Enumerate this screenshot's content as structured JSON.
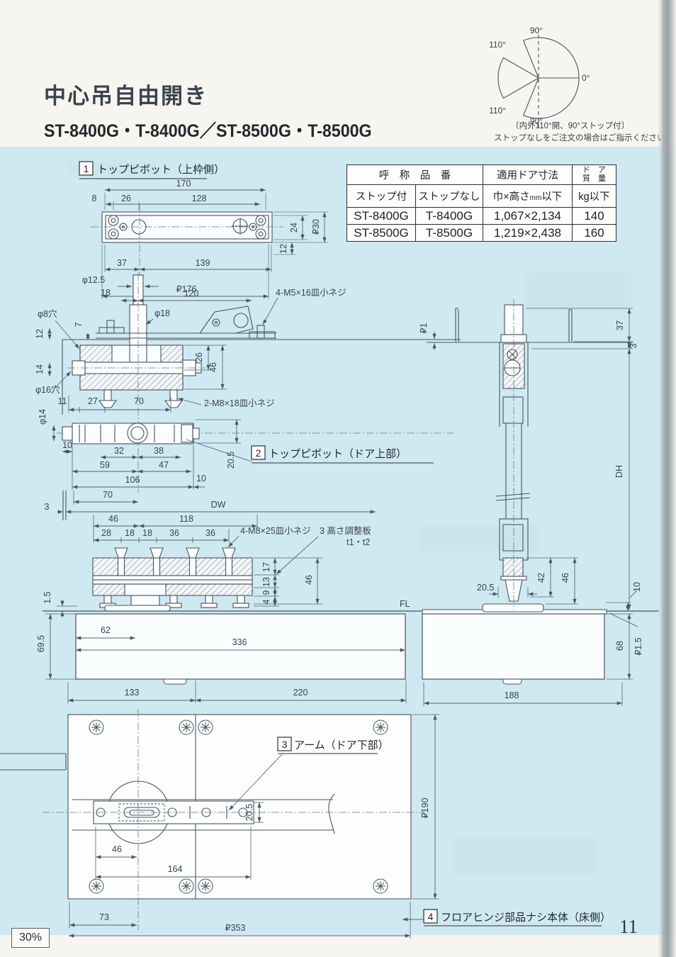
{
  "header": {
    "title": "中心吊自由開き",
    "models": "ST-8400G・T-8400G／ST-8500G・T-8500G"
  },
  "angle": {
    "top": "90°",
    "upper_left": "110°",
    "right": "0°",
    "lower_left": "110°",
    "bottom": "90°",
    "caption1": "〔内外110°開、90°ストップ付〕",
    "caption2": "ストップなしをご注文の場合はご指示ください。"
  },
  "table": {
    "header": {
      "name_group": "呼　称　品　番",
      "with_stop": "ストップ付",
      "without_stop": "ストップなし",
      "door_size": "適用ドア寸法",
      "size_pre": "巾×高さ",
      "size_mm": "mm",
      "size_post": "以下",
      "weight_l1": "ド　ア",
      "weight_l2": "質　量",
      "weight_unit": "kg以下"
    },
    "rows": [
      [
        "ST-8400G",
        "T-8400G",
        "1,067×2,134",
        "140"
      ],
      [
        "ST-8500G",
        "T-8500G",
        "1,219×2,438",
        "160"
      ]
    ]
  },
  "parts": {
    "p1": {
      "num": "1",
      "text": "トップピボット（上枠側）"
    },
    "p2": {
      "num": "2",
      "text": "トップピボット（ドア上部）"
    },
    "p3": {
      "num": "3",
      "text": "アーム（ドア下部）"
    },
    "p4": {
      "num": "4",
      "text": "フロアヒンジ部品ナシ本体（床側）"
    }
  },
  "dims": {
    "plan": {
      "d170": "170",
      "d8": "8",
      "d26": "26",
      "d128": "128",
      "d24": "24",
      "p30": "₽30",
      "d12": "12",
      "d37": "37",
      "d139": "139",
      "p176": "₽176"
    },
    "sec": {
      "phi125": "φ12.5",
      "d18": "18",
      "d120": "120",
      "screw_m5": "4-M5×16皿小ネジ",
      "phi8": "φ8穴",
      "d12": "12",
      "d7": "7",
      "phi18": "φ18",
      "d26": "26",
      "d46": "46",
      "d14": "14",
      "phi16": "φ16穴",
      "phi14": "φ14",
      "d11": "11",
      "d27": "27",
      "d70": "70",
      "screw_m8": "2-M8×18皿小ネジ"
    },
    "strip": {
      "d10": "10",
      "d32": "32",
      "d38": "38",
      "d59": "59",
      "d47": "47",
      "d106": "106",
      "d10r": "10",
      "d205": "20.5"
    },
    "mid": {
      "d70": "70",
      "d3": "3",
      "dw": "DW"
    },
    "rail": {
      "d46": "46",
      "d118": "118",
      "d28": "28",
      "d18a": "18",
      "d18b": "18",
      "d36a": "36",
      "d36b": "36",
      "screw_m8": "4-M8×25皿小ネジ",
      "adj": "3 高さ調整板",
      "adj2": "t1・t2",
      "d17": "17",
      "d13": "13",
      "d9": "9",
      "d4": "4",
      "d46r": "46",
      "d15": "1.5",
      "fl": "FL"
    },
    "body": {
      "d695": "69.5",
      "d62": "62",
      "d336": "336",
      "d133": "133",
      "d220": "220"
    },
    "right": {
      "p1": "₽1",
      "d37": "37",
      "d3": "3",
      "dh": "DH",
      "d205": "20.5",
      "d42": "42",
      "d46": "46",
      "d10": "10",
      "d68": "68",
      "p15": "₽1.5",
      "d188": "188"
    },
    "bottom": {
      "d205": "20.5",
      "p190": "₽190",
      "d46": "46",
      "d164": "164",
      "d73": "73",
      "p353": "₽353"
    }
  },
  "footer": {
    "page_number": "11",
    "scale": "30%"
  }
}
